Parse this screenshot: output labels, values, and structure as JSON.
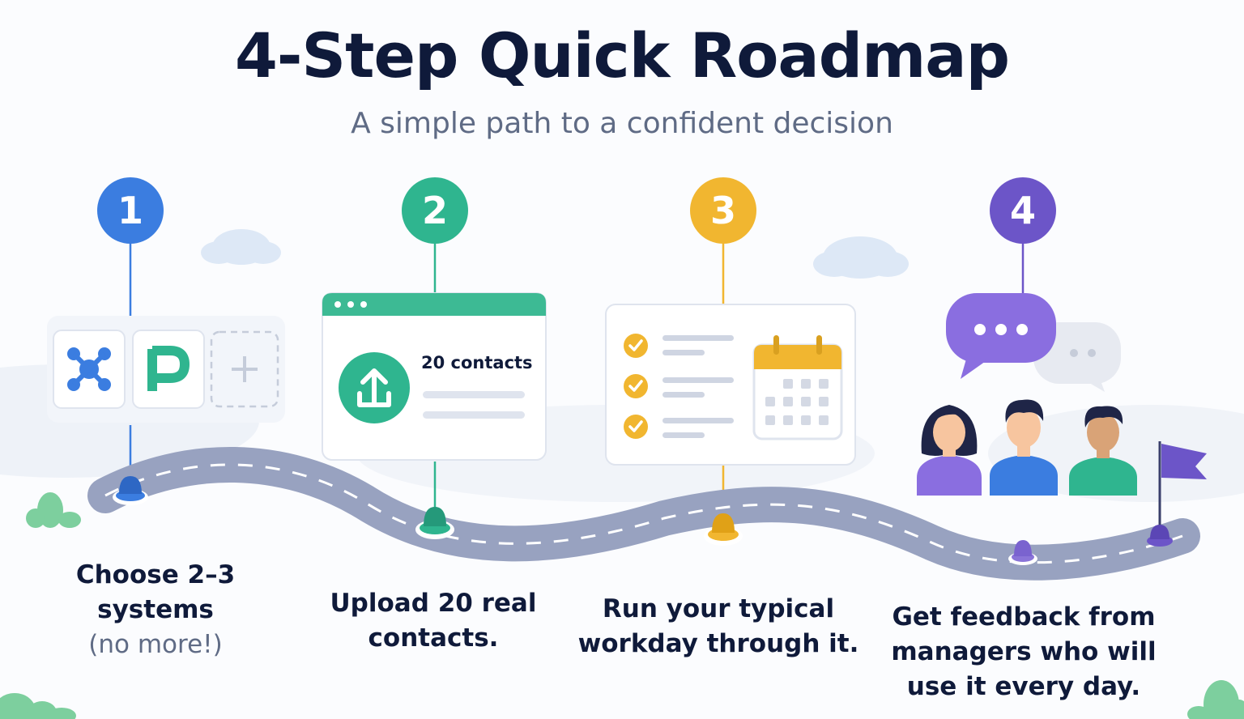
{
  "header": {
    "title": "4-Step Quick Roadmap",
    "subtitle": "A simple path to a confident decision"
  },
  "steps": [
    {
      "number": "1",
      "color": "#3b7de0",
      "lines": [
        "Choose 2–3",
        "systems",
        "(no more!)"
      ],
      "icons": [
        "network-icon",
        "p-logo-icon",
        "add-icon"
      ]
    },
    {
      "number": "2",
      "color": "#2fb58f",
      "lines": [
        "Upload 20 real",
        "contacts."
      ],
      "window_label": "20 contacts",
      "icons": [
        "upload-icon"
      ]
    },
    {
      "number": "3",
      "color": "#f1b630",
      "lines": [
        "Run your typical",
        "workday through it."
      ],
      "icons": [
        "check-icon",
        "calendar-icon"
      ]
    },
    {
      "number": "4",
      "color": "#6c55c8",
      "lines": [
        "Get feedback from",
        "managers who will",
        "use it every day."
      ],
      "icons": [
        "chat-bubble-icon",
        "person-icon",
        "flag-icon"
      ]
    }
  ],
  "colors": {
    "road": "#98a2c0",
    "road_dash": "#ffffff",
    "cloud": "#dde8f6",
    "plant": "#7dcf9e"
  }
}
